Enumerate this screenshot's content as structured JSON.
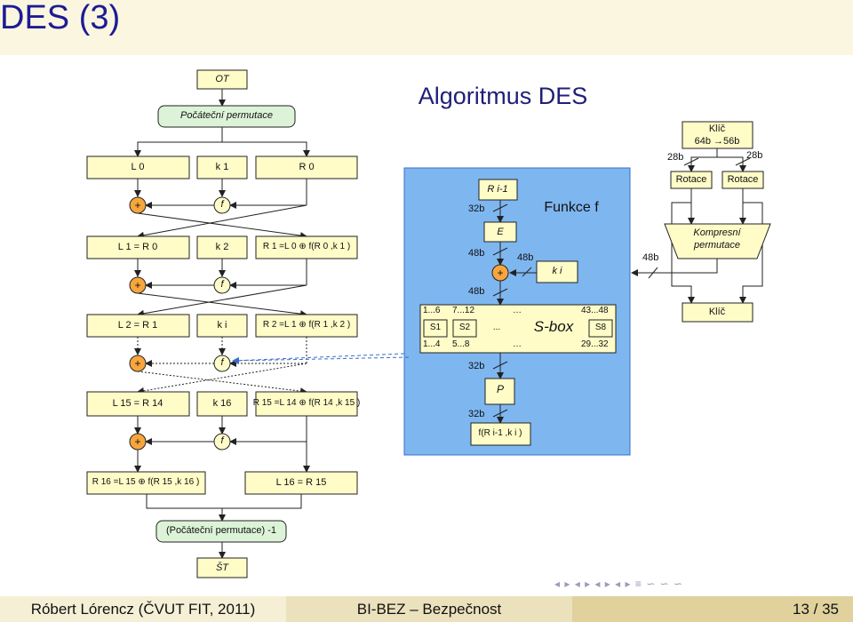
{
  "slide": {
    "title": "DES (3)"
  },
  "left": {
    "ot": "OT",
    "ip": "Počáteční permutace",
    "row0": {
      "l": "L 0",
      "k": "k 1",
      "r": "R 0"
    },
    "row1": {
      "l": "L 1 = R 0",
      "k": "k 2",
      "r": "R 1 =L 0 ⊕ f(R 0 ,k 1 )"
    },
    "row2": {
      "l": "L 2 = R 1",
      "k": "k i",
      "r": "R 2 =L 1 ⊕ f(R 1 ,k 2 )"
    },
    "row15": {
      "l": "L 15 = R 14",
      "k": "k 16",
      "r": "R 15 =L 14 ⊕ f(R 14 ,k 15 )"
    },
    "plus": "+",
    "f": "f",
    "out_l": "R 16 =L 15 ⊕ f(R 15 ,k 16 )",
    "out_r": "L 16 = R 15",
    "ipinv": "(Počáteční permutace) -1",
    "st": "ŠT"
  },
  "center": {
    "title": "Algoritmus DES",
    "box_title": "Funkce f",
    "r_in": "R i-1",
    "e": "E",
    "p": "P",
    "ki": "k i",
    "out": "f(R i-1 ,k i )",
    "w32a": "32b",
    "w48a": "48b",
    "w48b": "48b",
    "w48c": "48b",
    "w32b": "32b",
    "w32c": "32b",
    "sbox_label": "S-box",
    "s1": "S1",
    "s2": "S2",
    "s8": "S8",
    "dots": "...",
    "ellipsis": "…",
    "r1_6": "1...6",
    "r7_12": "7...12",
    "r43_48": "43...48",
    "r1_4": "1...4",
    "r5_8": "5...8",
    "r29_32": "29...32"
  },
  "right": {
    "key": "Klíč",
    "conv": "64b →56b",
    "w28a": "28b",
    "w28b": "28b",
    "rot1": "Rotace",
    "rot2": "Rotace",
    "pc2": "Kompresní permutace",
    "w48": "48b",
    "key_out": "Klíč"
  },
  "colors": {
    "yellow_box": "#fffcc8",
    "green_box": "#e6f5cc",
    "blue_box": "#7eb6f0",
    "ip_box": "#dcf3d8",
    "circle": "#f7a63d",
    "title": "#1c1c94",
    "titlebar": "#fbf6df"
  },
  "footer": {
    "author": "Róbert Lórencz (ČVUT FIT, 2011)",
    "course": "BI-BEZ – Bezpečnost",
    "page": "13 / 35"
  },
  "nav": {
    "icons": "◂ ▸ ◂ ▸ ◂ ▸ ◂ ▸ ≡ ∽ ∽ ∽"
  }
}
